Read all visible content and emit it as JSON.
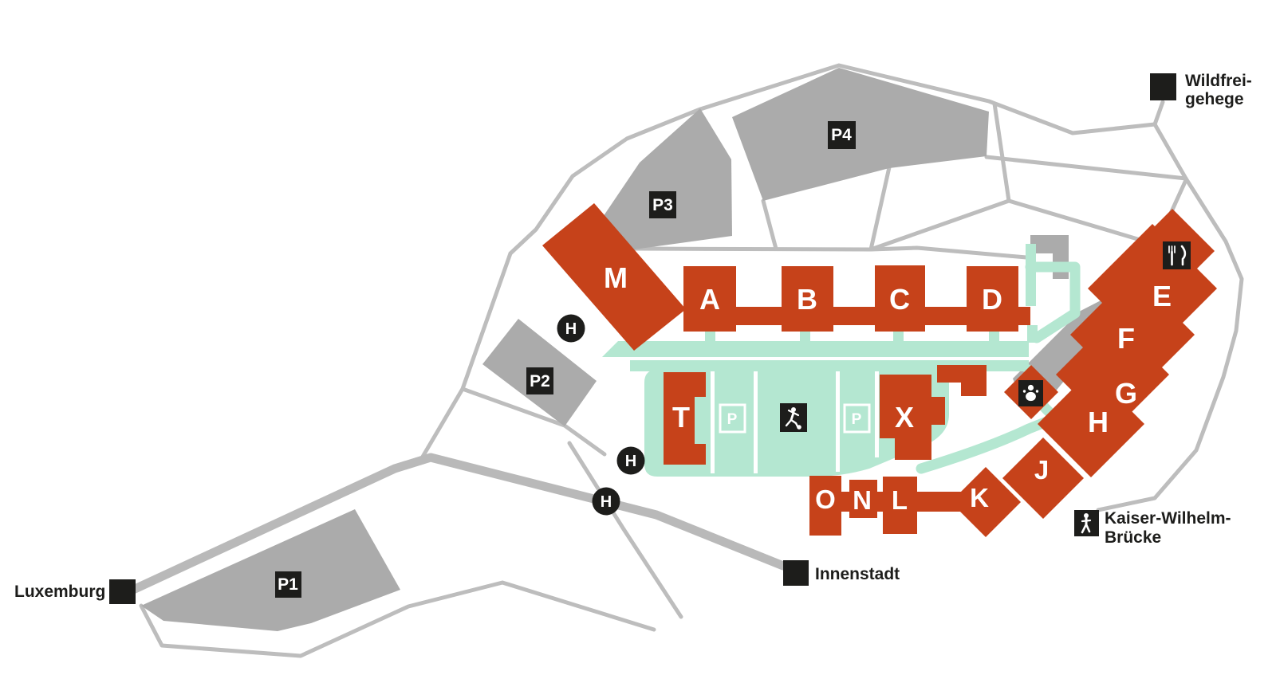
{
  "colors": {
    "building": "#c6421a",
    "path": "#b4e7d1",
    "parking": "#ababab",
    "road": "#bdbdbd",
    "road_thick": "#b9b9b9",
    "marker": "#1d1d1b"
  },
  "buildings": [
    {
      "id": "a",
      "label": "A"
    },
    {
      "id": "b",
      "label": "B"
    },
    {
      "id": "c",
      "label": "C"
    },
    {
      "id": "d",
      "label": "D"
    },
    {
      "id": "m",
      "label": "M"
    },
    {
      "id": "t",
      "label": "T"
    },
    {
      "id": "x",
      "label": "X"
    },
    {
      "id": "e",
      "label": "E"
    },
    {
      "id": "f",
      "label": "F"
    },
    {
      "id": "g",
      "label": "G"
    },
    {
      "id": "h",
      "label": "H"
    },
    {
      "id": "j",
      "label": "J"
    },
    {
      "id": "k",
      "label": "K"
    },
    {
      "id": "l",
      "label": "L"
    },
    {
      "id": "n",
      "label": "N"
    },
    {
      "id": "o",
      "label": "O"
    }
  ],
  "parking_areas": [
    {
      "id": "p1",
      "label": "P1"
    },
    {
      "id": "p2",
      "label": "P2"
    },
    {
      "id": "p3",
      "label": "P3"
    },
    {
      "id": "p4",
      "label": "P4"
    }
  ],
  "bus_stop": {
    "letter": "H"
  },
  "parking_garage_icon": {
    "letter": "P"
  },
  "destinations": {
    "wildfreigehege": {
      "line1": "Wildfrei-",
      "line2": "gehege"
    },
    "luxemburg": {
      "label": "Luxemburg"
    },
    "innenstadt": {
      "label": "Innenstadt"
    },
    "kaiser_wilhelm_bruecke": {
      "line1": "Kaiser-Wilhelm-",
      "line2": "Brücke"
    }
  },
  "icons": {
    "restaurant": "fork-knife",
    "childcare": "baby",
    "sports_field": "soccer-player",
    "pedestrian_bridge": "pedestrian",
    "bus_stop": "H-circle"
  }
}
